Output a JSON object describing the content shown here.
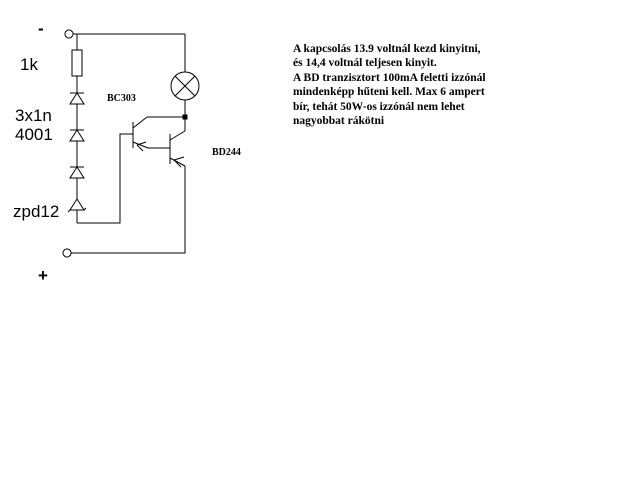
{
  "terminals": {
    "negative": "-",
    "positive": "+"
  },
  "components": {
    "resistor": "1k",
    "diodes_count": "3x1n",
    "diodes_part": "4001",
    "zener": "zpd12",
    "small_transistor": "BC303",
    "power_transistor": "BD244"
  },
  "note_lines": [
    "A kapcsolás 13.9 voltnál kezd kinyitni,",
    "és 14,4 voltnál teljesen kinyit.",
    "A BD tranzisztort 100mA feletti izzónál",
    "mindenképp hűteni kell. Max 6 ampert",
    "bír, tehát 50W-os izzónál nem lehet",
    "nagyobbat rákötni"
  ],
  "colors": {
    "ink": "#000000",
    "background": "#ffffff"
  }
}
